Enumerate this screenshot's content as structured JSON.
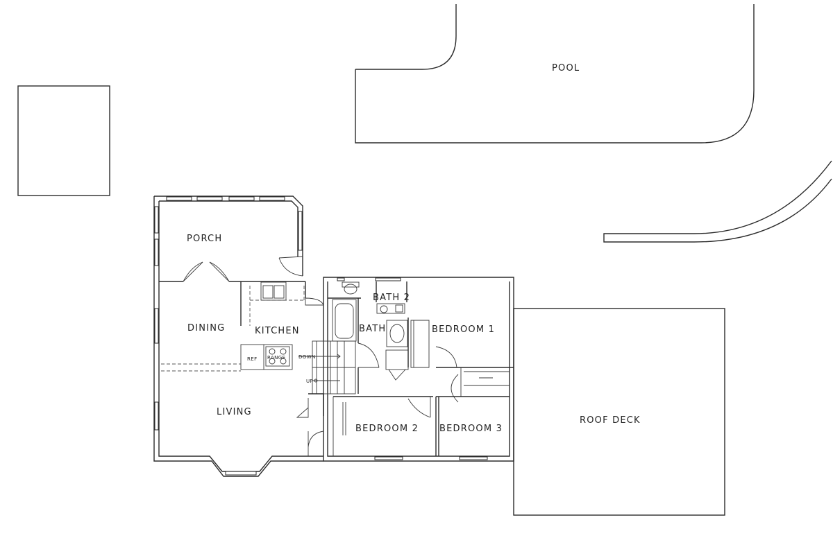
{
  "labels": {
    "pool": "POOL",
    "porch": "PORCH",
    "dining": "DINING",
    "kitchen": "KITCHEN",
    "living": "LIVING",
    "bath": "BATH",
    "bath2": "BATH 2",
    "bedroom1": "BEDROOM 1",
    "bedroom2": "BEDROOM 2",
    "bedroom3": "BEDROOM 3",
    "roof_deck": "ROOF DECK",
    "ref": "REF",
    "range": "RANGE",
    "down": "DOWN",
    "up": "UP"
  }
}
